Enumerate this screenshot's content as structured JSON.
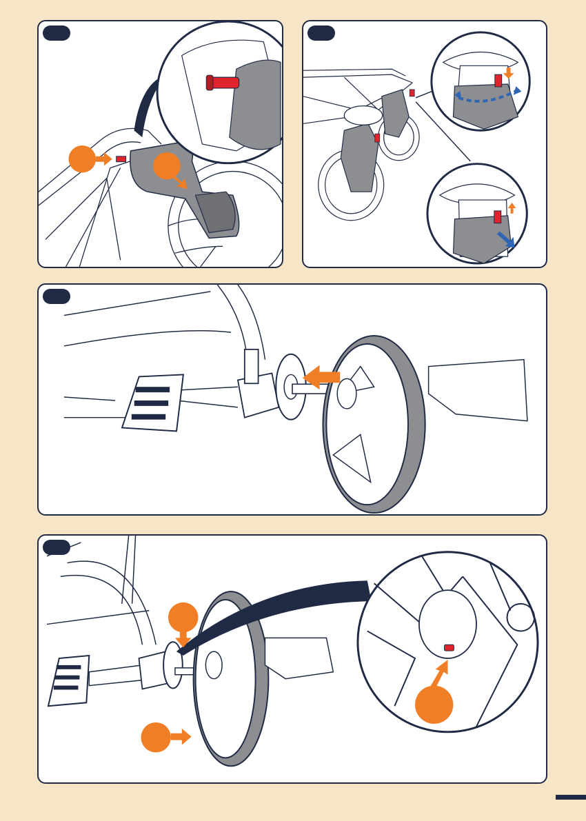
{
  "colors": {
    "page_background": "#f6e6c7",
    "panel_border": "#1f2a44",
    "accent_orange": "#f07e26",
    "release_red": "#e0242b",
    "direction_blue": "#2e66b4",
    "part_grey": "#8d8e91"
  },
  "panels": [
    {
      "id": "step-1",
      "description_icons": [
        "release-lever-icon",
        "orange-arrow-icon"
      ]
    },
    {
      "id": "step-2",
      "description_icons": [
        "swivel-lock-icon",
        "blue-rotate-arrow-icon"
      ]
    },
    {
      "id": "step-3",
      "description_icons": [
        "wheel-icon",
        "orange-arrow-icon"
      ]
    },
    {
      "id": "step-4",
      "description_icons": [
        "wheel-icon",
        "release-button-icon"
      ]
    }
  ]
}
